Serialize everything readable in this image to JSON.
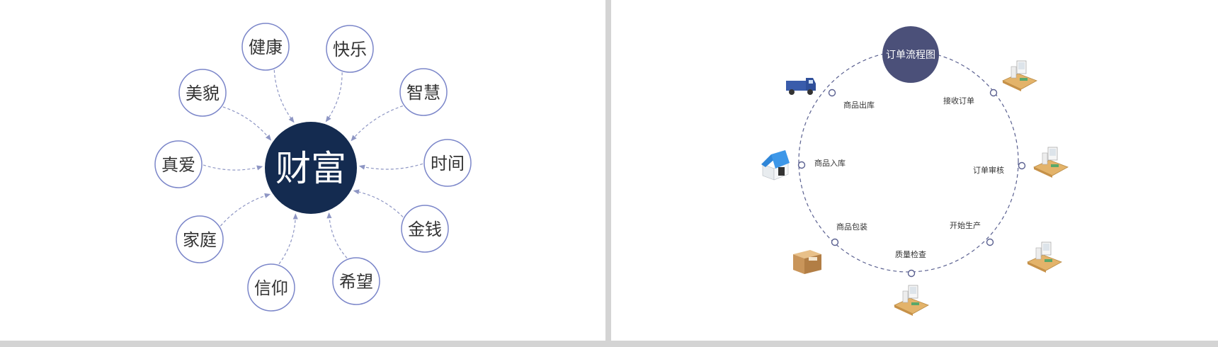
{
  "left_diagram": {
    "center": "财富",
    "nodes": [
      "健康",
      "快乐",
      "智慧",
      "时间",
      "金钱",
      "希望",
      "信仰",
      "家庭",
      "真爱",
      "美貌"
    ],
    "colors": {
      "center_fill": "#142b50",
      "node_stroke": "#7b86c9",
      "connector": "#8e96c4"
    }
  },
  "right_diagram": {
    "title": "订单流程图",
    "steps": [
      "接收订单",
      "订单审核",
      "开始生产",
      "质量检查",
      "商品包装",
      "商品入库",
      "商品出库"
    ],
    "icons": [
      "desk-computer-icon",
      "desk-computer-icon",
      "desk-computer-icon",
      "desk-computer-icon",
      "cardboard-box-icon",
      "warehouse-icon",
      "delivery-truck-icon"
    ],
    "colors": {
      "title_fill": "#4b5079",
      "ring": "#5a6090"
    }
  }
}
